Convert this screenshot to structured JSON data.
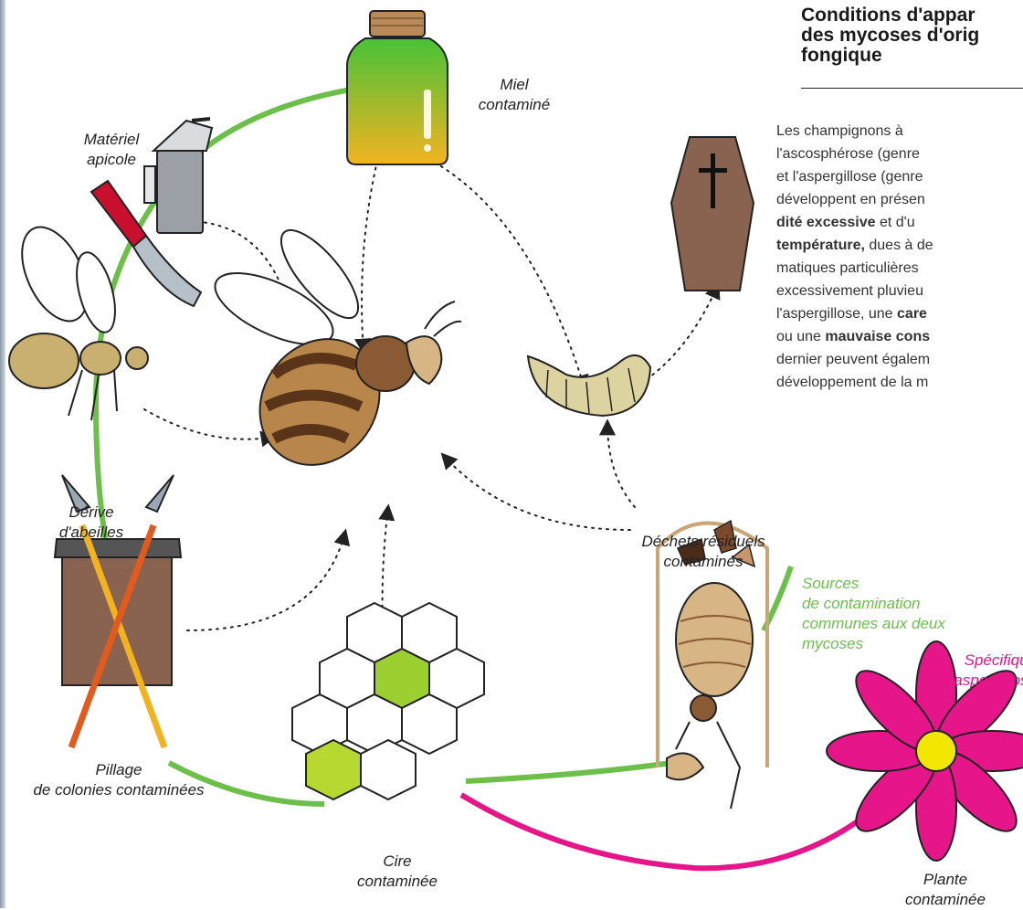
{
  "title_lines": [
    "Conditions d'appar",
    "des mycoses d'orig",
    "fongique"
  ],
  "body_lines": [
    {
      "t": "Les    champignons    à",
      "b": false
    },
    {
      "t": "l'ascosphérose  (genre",
      "b": false
    },
    {
      "t": "et l'aspergillose (genre",
      "b": false
    },
    {
      "t": "développent en présen",
      "b": false
    },
    {
      "t": "dité  excessive  et d'u",
      "b": "mixed1"
    },
    {
      "t": "température, dues à de",
      "b": "mixed2"
    },
    {
      "t": "matiques particulières",
      "b": false
    },
    {
      "t": "excessivement  pluvieu",
      "b": false
    },
    {
      "t": "l'aspergillose, une  care",
      "b": "mixed3"
    },
    {
      "t": "ou une mauvaise cons",
      "b": "mixed4"
    },
    {
      "t": "dernier peuvent égalem",
      "b": false
    },
    {
      "t": "développement de la m",
      "b": false
    }
  ],
  "labels": {
    "materiel": "Matériel\napicole",
    "miel": "Miel\ncontaminé",
    "derive": "Dérive\nd'abeilles",
    "dechets": "Déchets résiduels\ncontaminés",
    "sources": "Sources\nde contamination\ncommunes aux deux\nmycoses",
    "specifique": "Spécifique\nà l'aspergillose",
    "pillage": "Pillage\nde colonies contaminées",
    "cire": "Cire\ncontaminée",
    "plante": "Plante\ncontaminée"
  },
  "colors": {
    "common": "#6cc04a",
    "specific": "#e6158a",
    "arrow": "#222222",
    "bee_stripe": "#b8864a",
    "bee_dark": "#5a3418",
    "coffin": "#8a6350",
    "honey_top": "#48c238",
    "honey_bottom": "#f3b321"
  },
  "icons": [
    "smoker-icon",
    "hive-tool-icon",
    "honey-jar-icon",
    "coffin-icon",
    "drifting-bee-icon",
    "bee-icon",
    "larva-icon",
    "dead-bee-cell-icon",
    "spears-hive-icon",
    "honeycomb-icon",
    "flower-icon"
  ]
}
